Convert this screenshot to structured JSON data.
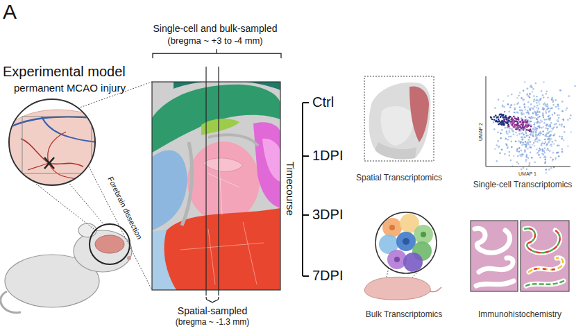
{
  "diagram": {
    "nodes": [
      {
        "text": [
          "Spatial Transcriptomics"
        ]
      },
      {
        "text": [
          "UMAP 2",
          "UMAP 1",
          "Single-cell Transcriptomics"
        ]
      },
      {
        "text": [
          "Bulk Transcriptomics"
        ]
      },
      {
        "text": [
          "Immunohistochemistry"
        ]
      }
    ],
    "labels": [
      "A",
      "Experimental model",
      "permanent MCAO injury",
      "Single-cell and bulk-sampled",
      "(bregma ~ +3 to -4 mm)",
      "Forebrain dissection",
      "Timecourse",
      "Ctrl",
      "1DPI",
      "3DPI",
      "7DPI",
      "Spatial-sampled",
      "(bregma ~ -1.3 mm)"
    ]
  }
}
